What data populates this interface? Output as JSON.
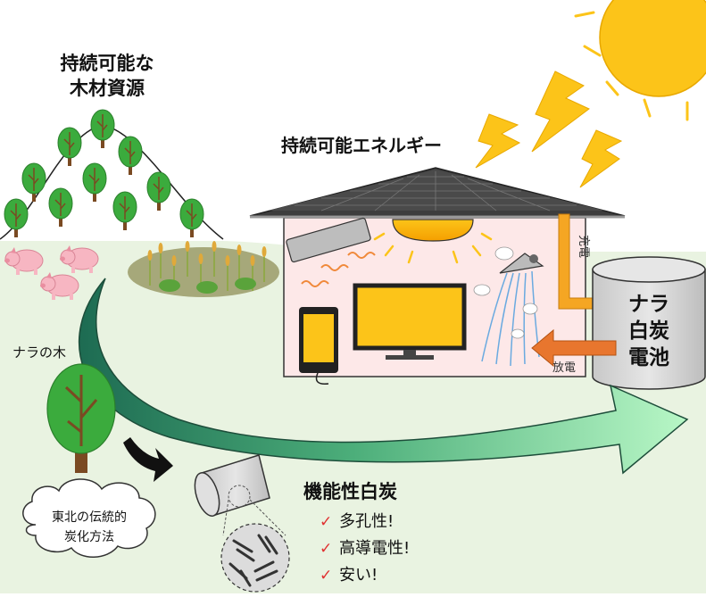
{
  "labels": {
    "forest_title_line1": "持続可能な",
    "forest_title_line2": "木材資源",
    "energy_title": "持続可能エネルギー",
    "charge": "充電",
    "discharge": "放電",
    "battery_line1": "ナラ",
    "battery_line2": "白炭",
    "battery_line3": "電池",
    "nara_tree": "ナラの木",
    "tradition_line1": "東北の伝統的",
    "tradition_line2": "炭化方法",
    "charcoal_title": "機能性白炭",
    "features": [
      "多孔性!",
      "高導電性!",
      "安い!"
    ],
    "check_mark": "✓"
  },
  "colors": {
    "sun": "#fcc419",
    "house_wall": "#fde8e8",
    "roof": "#3d3d3d",
    "ground": "#e9f3e1",
    "tree_green": "#3bab3d",
    "charge_arrow": "#f5a623",
    "discharge_arrow": "#e8762e",
    "check_red": "#e03131"
  }
}
